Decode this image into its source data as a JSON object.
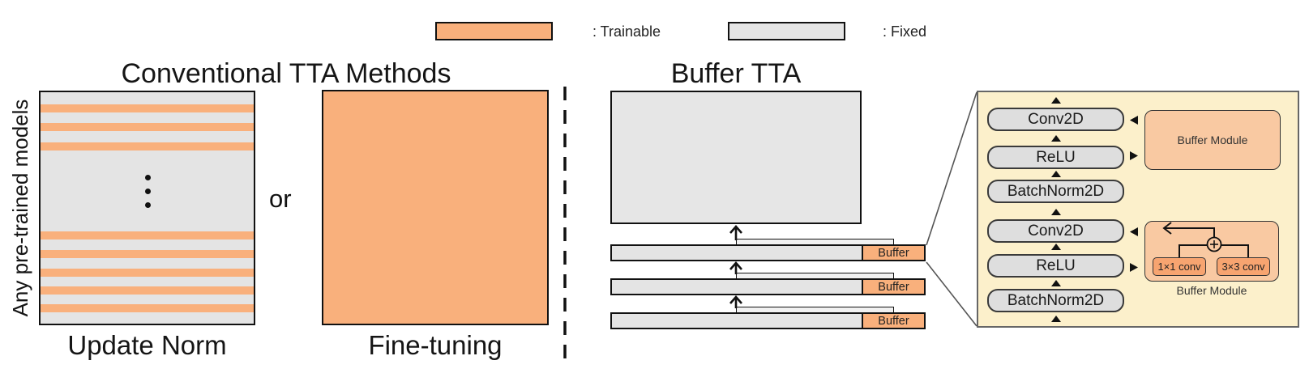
{
  "legend": {
    "trainable": {
      "label": ": Trainable",
      "color": "#F9B07C"
    },
    "fixed": {
      "label": ": Fixed",
      "color": "#E4E4E4"
    }
  },
  "conventional": {
    "title": "Conventional TTA Methods",
    "side_label": "Any pre-trained models",
    "or_label": "or",
    "update_norm": {
      "caption": "Update Norm",
      "top_stripe_count": 3,
      "bottom_stripe_count": 5
    },
    "fine_tuning": {
      "caption": "Fine-tuning"
    }
  },
  "buffer_tta": {
    "title": "Buffer TTA",
    "buffer_tags": [
      "Buffer",
      "Buffer",
      "Buffer"
    ]
  },
  "detail_panel": {
    "blocks": [
      "Conv2D",
      "ReLU",
      "BatchNorm2D",
      "Conv2D",
      "ReLU",
      "BatchNorm2D"
    ],
    "buffer_module": {
      "label": "Buffer Module"
    },
    "buffer_module_detail": {
      "conv1": "1×1 conv",
      "conv2": "3×3 conv",
      "caption": "Buffer Module"
    }
  },
  "colors": {
    "trainable_orange": "#F9B07C",
    "fixed_gray": "#E4E4E4",
    "panel_cream": "#FCF0CB",
    "module_light_orange": "#F9C9A2",
    "conv_orange": "#F7A470"
  }
}
